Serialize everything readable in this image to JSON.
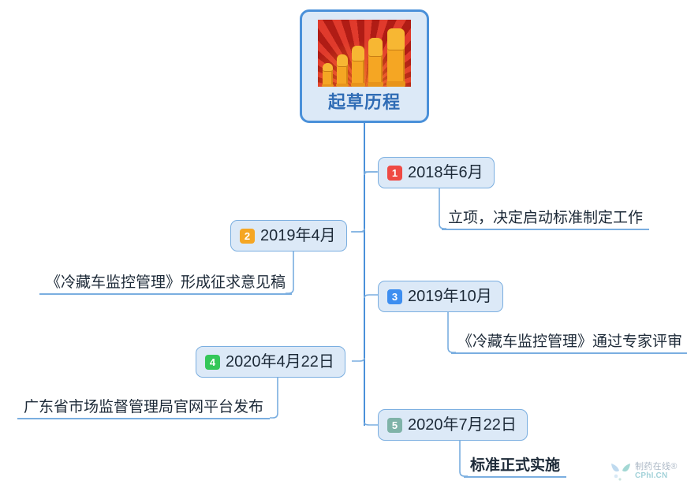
{
  "mindmap": {
    "root": {
      "title": "起草历程",
      "image_alt": "raised-fists-illustration",
      "fill": "#dce9f7",
      "border": "#4a90d9",
      "text_color": "#2f6cb5"
    },
    "branches": [
      {
        "badge": "1",
        "badge_color": "#ef4a44",
        "label": "2018年6月",
        "side": "right",
        "detail": "立项，决定启动标准制定工作",
        "detail_bold": false
      },
      {
        "badge": "2",
        "badge_color": "#f5a623",
        "label": "2019年4月",
        "side": "left",
        "detail": "《冷藏车监控管理》形成征求意见稿",
        "detail_bold": false
      },
      {
        "badge": "3",
        "badge_color": "#3d8ef0",
        "label": "2019年10月",
        "side": "right",
        "detail": "《冷藏车监控管理》通过专家评审",
        "detail_bold": false
      },
      {
        "badge": "4",
        "badge_color": "#34c759",
        "label": "2020年4月22日",
        "side": "left",
        "detail": "广东省市场监督管理局官网平台发布",
        "detail_bold": false
      },
      {
        "badge": "5",
        "badge_color": "#7fb3a8",
        "label": "2020年7月22日",
        "side": "right",
        "detail": "标准正式实施",
        "detail_bold": true
      }
    ],
    "connector_color": "#7aaee0",
    "trunk_color": "#4a90d9"
  },
  "watermark": {
    "cn": "制药在线®",
    "en": "CPhI.CN",
    "logo": "leaf-capsule-icon"
  }
}
